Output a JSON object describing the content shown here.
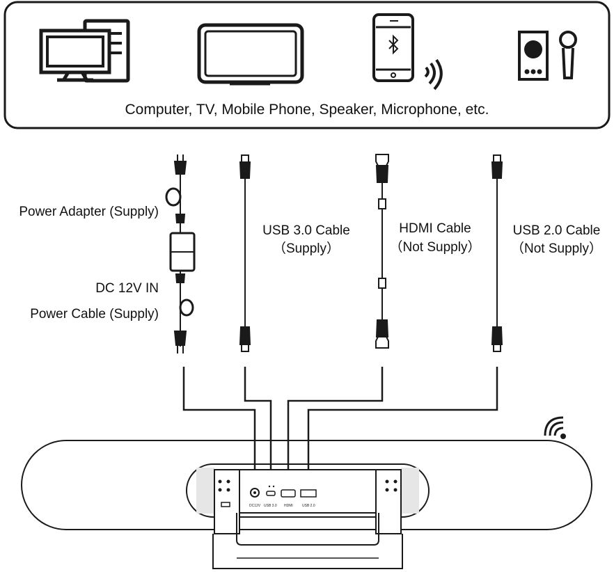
{
  "devices_caption": "Computer, TV, Mobile Phone, Speaker, Microphone, etc.",
  "devices": [
    {
      "icon": "computer-icon"
    },
    {
      "icon": "tv-icon"
    },
    {
      "icon": "mobile-phone-bluetooth-icon"
    },
    {
      "icon": "speaker-microphone-icon"
    }
  ],
  "cables": {
    "power_adapter": "Power Adapter (Supply)",
    "dc_in": "DC 12V IN",
    "power_cable": "Power Cable (Supply)",
    "usb3": {
      "line1": "USB 3.0 Cable",
      "line2": "（Supply）"
    },
    "hdmi": {
      "line1": "HDMI Cable",
      "line2": "（Not Supply）"
    },
    "usb2": {
      "line1": "USB 2.0 Cable",
      "line2": "（Not Supply）"
    }
  },
  "ports": {
    "dc": "DC12V",
    "usb3": "USB 3.0",
    "hdmi": "HDMI",
    "usb2": "USB 2.0"
  },
  "colors": {
    "line": "#1a1a1a",
    "background": "#ffffff"
  }
}
